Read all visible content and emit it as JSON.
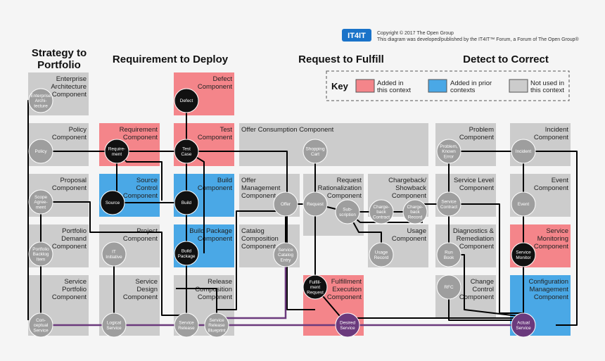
{
  "logo": "IT4IT",
  "copyright": [
    "Copyright © 2017 The Open Group",
    "This diagram was developed/published by the IT4IT™ Forum, a Forum of The Open Group®"
  ],
  "colors": {
    "added": "#f4858a",
    "prior": "#4aa8e6",
    "unused": "#cccccc",
    "line": "#000000",
    "purple": "#6b3a7d",
    "node": "#111111",
    "nodeGray": "#9e9e9e"
  },
  "titles": [
    {
      "text": [
        "Strategy to",
        "Portfolio"
      ]
    },
    {
      "text": [
        "Requirement to Deploy"
      ]
    },
    {
      "text": [
        "Request to Fulfill"
      ]
    },
    {
      "text": [
        "Detect to Correct"
      ]
    }
  ],
  "key": {
    "title": "Key",
    "items": [
      {
        "text": [
          "Added in",
          "this context"
        ],
        "kind": "added"
      },
      {
        "text": [
          "Added in prior",
          "contexts"
        ],
        "kind": "prior"
      },
      {
        "text": [
          "Not used in",
          "this context"
        ],
        "kind": "unused"
      }
    ]
  },
  "components": [
    {
      "id": "ea",
      "text": [
        "Enterprise",
        "Architecture",
        "Component"
      ],
      "kind": "unused"
    },
    {
      "id": "policy",
      "text": [
        "Policy",
        "Component"
      ],
      "kind": "unused"
    },
    {
      "id": "proposal",
      "text": [
        "Proposal",
        "Component"
      ],
      "kind": "unused"
    },
    {
      "id": "pdc",
      "text": [
        "Portfolio",
        "Demand",
        "Component"
      ],
      "kind": "unused"
    },
    {
      "id": "spc",
      "text": [
        "Service",
        "Portfolio",
        "Component"
      ],
      "kind": "unused"
    },
    {
      "id": "req",
      "text": [
        "Requirement",
        "Component"
      ],
      "kind": "added"
    },
    {
      "id": "scc",
      "text": [
        "Source",
        "Control",
        "Component"
      ],
      "kind": "prior"
    },
    {
      "id": "proj",
      "text": [
        "Project",
        "Component"
      ],
      "kind": "unused"
    },
    {
      "id": "sdc",
      "text": [
        "Service",
        "Design",
        "Component"
      ],
      "kind": "unused"
    },
    {
      "id": "defect",
      "text": [
        "Defect",
        "Component"
      ],
      "kind": "added"
    },
    {
      "id": "test",
      "text": [
        "Test",
        "Component"
      ],
      "kind": "added"
    },
    {
      "id": "build",
      "text": [
        "Build",
        "Component"
      ],
      "kind": "prior"
    },
    {
      "id": "bpc",
      "text": [
        "Build Package",
        "Component"
      ],
      "kind": "prior"
    },
    {
      "id": "rcc",
      "text": [
        "Release",
        "Composition",
        "Component"
      ],
      "kind": "unused"
    },
    {
      "id": "occ",
      "text": [
        "Offer Consumption Component"
      ],
      "kind": "unused"
    },
    {
      "id": "omc",
      "text": [
        "Offer",
        "Management",
        "Component"
      ],
      "kind": "unused"
    },
    {
      "id": "rrc",
      "text": [
        "Request",
        "Rationalization",
        "Component"
      ],
      "kind": "unused"
    },
    {
      "id": "csc",
      "text": [
        "Chargeback/",
        "Showback",
        "Component"
      ],
      "kind": "unused"
    },
    {
      "id": "ccc",
      "text": [
        "Catalog",
        "Composition",
        "Component"
      ],
      "kind": "unused"
    },
    {
      "id": "usage",
      "text": [
        "Usage",
        "Component"
      ],
      "kind": "unused"
    },
    {
      "id": "fec",
      "text": [
        "Fulfillment",
        "Execution",
        "Component"
      ],
      "kind": "added"
    },
    {
      "id": "problem",
      "text": [
        "Problem",
        "Component"
      ],
      "kind": "unused"
    },
    {
      "id": "slc",
      "text": [
        "Service Level",
        "Component"
      ],
      "kind": "unused"
    },
    {
      "id": "drc",
      "text": [
        "Diagnostics &",
        "Remediation",
        "Component"
      ],
      "kind": "unused"
    },
    {
      "id": "change",
      "text": [
        "Change",
        "Control",
        "Component"
      ],
      "kind": "unused"
    },
    {
      "id": "incident",
      "text": [
        "Incident",
        "Component"
      ],
      "kind": "unused"
    },
    {
      "id": "event",
      "text": [
        "Event",
        "Component"
      ],
      "kind": "unused"
    },
    {
      "id": "smc",
      "text": [
        "Service",
        "Monitoring",
        "Component"
      ],
      "kind": "added"
    },
    {
      "id": "cmc",
      "text": [
        "Configuration",
        "Management",
        "Component"
      ],
      "kind": "prior"
    }
  ],
  "nodes": [
    {
      "id": "n-ea",
      "text": [
        "Enterprise",
        "Archi-",
        "tecture"
      ],
      "kind": "gray"
    },
    {
      "id": "n-policy",
      "text": [
        "Policy"
      ],
      "kind": "gray"
    },
    {
      "id": "n-scope",
      "text": [
        "Scope",
        "Agree-",
        "ment"
      ],
      "kind": "gray"
    },
    {
      "id": "n-backlog",
      "text": [
        "Portfolio",
        "Backlog",
        "Item"
      ],
      "kind": "gray"
    },
    {
      "id": "n-concept",
      "text": [
        "Con-",
        "ceptual",
        "Service"
      ],
      "kind": "gray"
    },
    {
      "id": "n-req",
      "text": [
        "Require-",
        "ment"
      ],
      "kind": "dark"
    },
    {
      "id": "n-source",
      "text": [
        "Source"
      ],
      "kind": "dark"
    },
    {
      "id": "n-itinit",
      "text": [
        "IT",
        "Initiative"
      ],
      "kind": "gray"
    },
    {
      "id": "n-logical",
      "text": [
        "Logical",
        "Service"
      ],
      "kind": "gray"
    },
    {
      "id": "n-defect",
      "text": [
        "Defect"
      ],
      "kind": "dark"
    },
    {
      "id": "n-testcase",
      "text": [
        "Test",
        "Case"
      ],
      "kind": "dark"
    },
    {
      "id": "n-build",
      "text": [
        "Build"
      ],
      "kind": "dark"
    },
    {
      "id": "n-bpkg",
      "text": [
        "Build",
        "Package"
      ],
      "kind": "dark"
    },
    {
      "id": "n-srel",
      "text": [
        "Service",
        "Release"
      ],
      "kind": "gray"
    },
    {
      "id": "n-srb",
      "text": [
        "Service",
        "Release",
        "Blueprint"
      ],
      "kind": "gray"
    },
    {
      "id": "n-cart",
      "text": [
        "Shopping",
        "Cart"
      ],
      "kind": "gray"
    },
    {
      "id": "n-offer",
      "text": [
        "Offer"
      ],
      "kind": "gray"
    },
    {
      "id": "n-request",
      "text": [
        "Request"
      ],
      "kind": "gray"
    },
    {
      "id": "n-subs",
      "text": [
        "Sub-",
        "scription"
      ],
      "kind": "gray"
    },
    {
      "id": "n-cbc",
      "text": [
        "Charge-",
        "back",
        "Contract"
      ],
      "kind": "gray"
    },
    {
      "id": "n-cbr",
      "text": [
        "Charge-",
        "back",
        "Record"
      ],
      "kind": "gray"
    },
    {
      "id": "n-sce",
      "text": [
        "Service",
        "Catalog",
        "Entry"
      ],
      "kind": "gray"
    },
    {
      "id": "n-usage",
      "text": [
        "Usage",
        "Record"
      ],
      "kind": "gray"
    },
    {
      "id": "n-fr",
      "text": [
        "Fulfill-",
        "ment",
        "Request"
      ],
      "kind": "dark"
    },
    {
      "id": "n-desired",
      "text": [
        "Desired",
        "Service"
      ],
      "kind": "purple"
    },
    {
      "id": "n-pke",
      "text": [
        "Problem,",
        "Known",
        "Error"
      ],
      "kind": "gray"
    },
    {
      "id": "n-scon",
      "text": [
        "Service",
        "Contract"
      ],
      "kind": "gray"
    },
    {
      "id": "n-runbook",
      "text": [
        "Run",
        "Book"
      ],
      "kind": "gray"
    },
    {
      "id": "n-rfc",
      "text": [
        "RFC"
      ],
      "kind": "gray"
    },
    {
      "id": "n-incident",
      "text": [
        "Incident"
      ],
      "kind": "gray"
    },
    {
      "id": "n-event",
      "text": [
        "Event"
      ],
      "kind": "gray"
    },
    {
      "id": "n-smon",
      "text": [
        "Service",
        "Monitor"
      ],
      "kind": "dark"
    },
    {
      "id": "n-actual",
      "text": [
        "Actual",
        "Service"
      ],
      "kind": "purple"
    }
  ]
}
